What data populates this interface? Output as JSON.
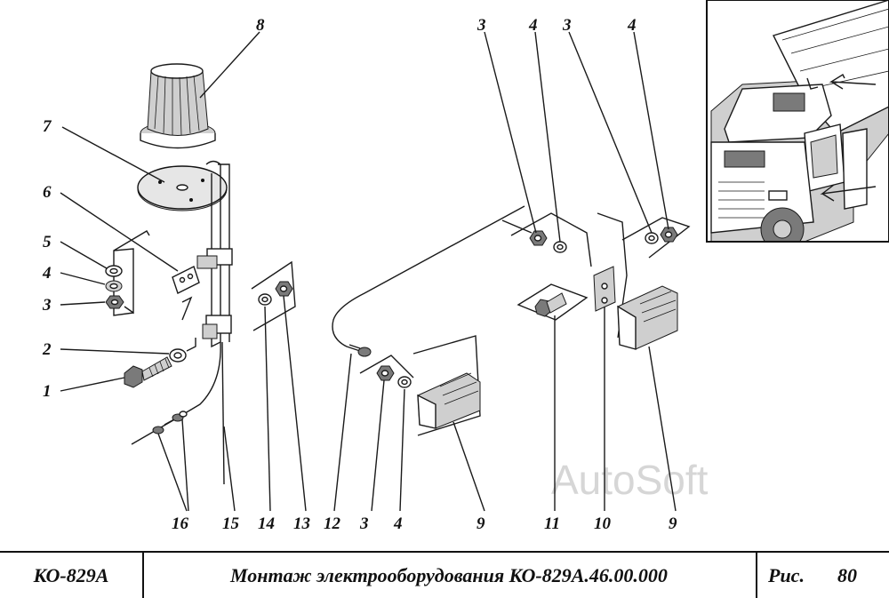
{
  "title_block": {
    "code": "КО-829А",
    "title": "Монтаж электрооборудования КО-829А.46.00.000",
    "figure_label": "Рис.",
    "figure_number": "80"
  },
  "watermark": "AutoSoft",
  "callouts": {
    "c1": "1",
    "c2": "2",
    "c3": "3",
    "c4": "4",
    "c5": "5",
    "c6": "6",
    "c7": "7",
    "c8": "8",
    "b16": "16",
    "b15": "15",
    "b14": "14",
    "b13": "13",
    "b12": "12",
    "b3": "3",
    "b4": "4",
    "b9a": "9",
    "b11": "11",
    "b10": "10",
    "b9b": "9",
    "t3a": "3",
    "t4a": "4",
    "t3b": "3",
    "t4b": "4"
  }
}
